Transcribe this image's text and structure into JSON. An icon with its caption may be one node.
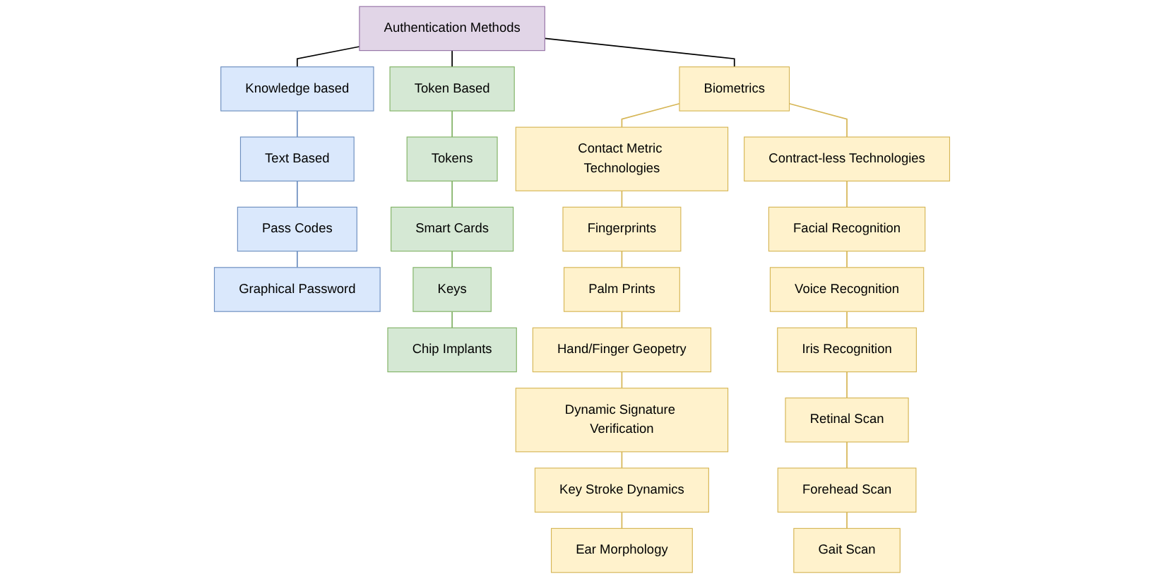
{
  "diagram": {
    "nodes": [
      {
        "text": [
          "Authentication Methods"
        ]
      },
      {
        "text": [
          "Knowledge based"
        ]
      },
      {
        "text": [
          "Token Based"
        ]
      },
      {
        "text": [
          "Biometrics"
        ]
      },
      {
        "text": [
          "Text Based"
        ]
      },
      {
        "text": [
          "Tokens"
        ]
      },
      {
        "text": [
          "Contact Metric Technologies"
        ]
      },
      {
        "text": [
          "Contract-less Technologies"
        ]
      },
      {
        "text": [
          "Pass Codes"
        ]
      },
      {
        "text": [
          "Smart Cards"
        ]
      },
      {
        "text": [
          "Fingerprints"
        ]
      },
      {
        "text": [
          "Facial Recognition"
        ]
      },
      {
        "text": [
          "Voice Recognition"
        ]
      },
      {
        "text": [
          "Graphical Password"
        ]
      },
      {
        "text": [
          "Keys"
        ]
      },
      {
        "text": [
          "Palm Prints"
        ]
      },
      {
        "text": [
          "Hand/Finger Geopetry"
        ]
      },
      {
        "text": [
          "Iris Recognition"
        ]
      },
      {
        "text": [
          "Retinal Scan"
        ]
      },
      {
        "text": [
          "Forehead Scan"
        ]
      },
      {
        "text": [
          "Chip Implants"
        ]
      },
      {
        "text": [
          "Dynamic Signature Verification"
        ]
      },
      {
        "text": [
          "Key Stroke Dynamics"
        ]
      },
      {
        "text": [
          "Ear Morphology"
        ]
      },
      {
        "text": [
          "Gait Scan"
        ]
      }
    ],
    "edges": [
      {
        "from": 0,
        "to": 1,
        "arrow": "none",
        "color": "#000000"
      },
      {
        "from": 0,
        "to": 2,
        "arrow": "none",
        "color": "#000000"
      },
      {
        "from": 0,
        "to": 3,
        "arrow": "none",
        "color": "#000000"
      },
      {
        "from": 1,
        "to": 4,
        "arrow": "none",
        "color": "#6c8ebf"
      },
      {
        "from": 4,
        "to": 8,
        "arrow": "none",
        "color": "#6c8ebf"
      },
      {
        "from": 8,
        "to": 13,
        "arrow": "none",
        "color": "#6c8ebf"
      },
      {
        "from": 2,
        "to": 5,
        "arrow": "none",
        "color": "#82b366"
      },
      {
        "from": 5,
        "to": 9,
        "arrow": "none",
        "color": "#82b366"
      },
      {
        "from": 9,
        "to": 14,
        "arrow": "none",
        "color": "#82b366"
      },
      {
        "from": 14,
        "to": 20,
        "arrow": "none",
        "color": "#82b366"
      },
      {
        "from": 3,
        "to": 6,
        "arrow": "none"
      },
      {
        "from": 3,
        "to": 7,
        "arrow": "none"
      },
      {
        "from": 6,
        "to": 10,
        "arrow": "none"
      },
      {
        "from": 10,
        "to": 15,
        "arrow": "none"
      },
      {
        "from": 15,
        "to": 16,
        "arrow": "none"
      },
      {
        "from": 16,
        "to": 21,
        "arrow": "none"
      },
      {
        "from": 21,
        "to": 22,
        "arrow": "none"
      },
      {
        "from": 22,
        "to": 23,
        "arrow": "none"
      },
      {
        "from": 7,
        "to": 11,
        "arrow": "none"
      },
      {
        "from": 11,
        "to": 12,
        "arrow": "none"
      },
      {
        "from": 12,
        "to": 17,
        "arrow": "none"
      },
      {
        "from": 17,
        "to": 18,
        "arrow": "none"
      },
      {
        "from": 18,
        "to": 19,
        "arrow": "none"
      },
      {
        "from": 19,
        "to": 24,
        "arrow": "none"
      }
    ]
  }
}
